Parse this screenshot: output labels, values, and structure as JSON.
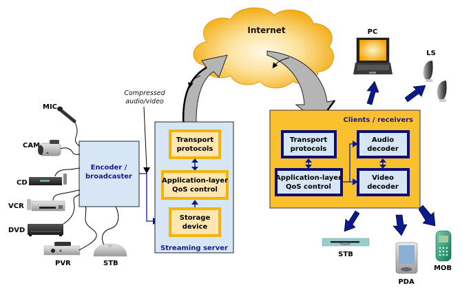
{
  "diagram": {
    "internet": {
      "label": "Internet"
    },
    "annotation": {
      "line1": "Compressed",
      "line2": "audio/video"
    },
    "sources": [
      {
        "id": "mic",
        "label": "MIC"
      },
      {
        "id": "cam",
        "label": "CAM"
      },
      {
        "id": "cd",
        "label": "CD"
      },
      {
        "id": "vcr",
        "label": "VCR"
      },
      {
        "id": "dvd",
        "label": "DVD"
      },
      {
        "id": "pvr",
        "label": "PVR"
      },
      {
        "id": "stb",
        "label": "STB"
      }
    ],
    "encoder": {
      "line1": "Encoder /",
      "line2": "broadcaster"
    },
    "server": {
      "title": "Streaming server",
      "transport": {
        "line1": "Transport",
        "line2": "protocols"
      },
      "qos": {
        "line1": "Application-layer",
        "line2": "QoS control"
      },
      "storage": {
        "line1": "Storage",
        "line2": "device"
      }
    },
    "client": {
      "title": "Clients / receivers",
      "transport": {
        "line1": "Transport",
        "line2": "protocols"
      },
      "qos": {
        "line1": "Application-layer",
        "line2": "QoS control"
      },
      "audio": {
        "line1": "Audio",
        "line2": "decoder"
      },
      "video": {
        "line1": "Video",
        "line2": "decoder"
      }
    },
    "receivers": [
      {
        "id": "pc",
        "label": "PC"
      },
      {
        "id": "ls",
        "label": "LS"
      },
      {
        "id": "stb",
        "label": "STB"
      },
      {
        "id": "pda",
        "label": "PDA"
      },
      {
        "id": "mob",
        "label": "MOB"
      }
    ],
    "colors": {
      "light_blue_fill": "#d6e6f5",
      "server_inner_fill": "#fde6b0",
      "server_inner_border": "#f5b400",
      "client_panel_fill": "#fbc02d",
      "client_inner_fill": "#d6e6f5",
      "client_inner_border": "#0d0d7a",
      "arrow_blue": "#0a1a8c",
      "gray_arrow": "#b0b0b0",
      "cloud_orange": "#f6b11c"
    }
  }
}
